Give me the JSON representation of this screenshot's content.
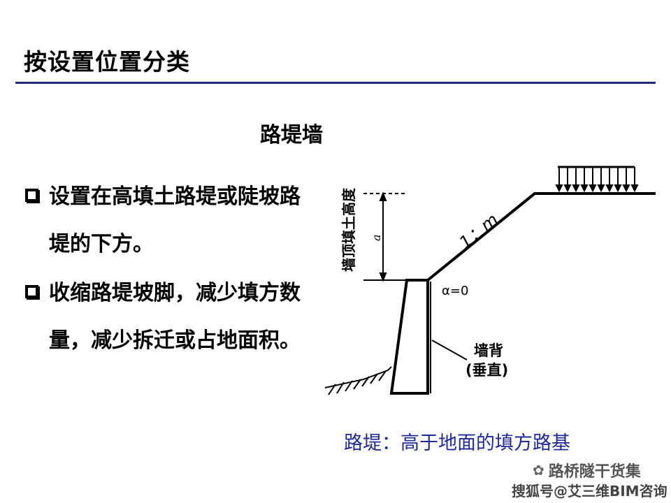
{
  "title": "按设置位置分类",
  "subtitle": "路堤墙",
  "bullets": [
    "设置在高填土路堤或陡坡路堤的下方。",
    "收缩路堤坡脚，减少填方数量，减少拆迁或占地面积。"
  ],
  "diagram": {
    "vertical_label": "墙顶填土高度",
    "height_symbol": "a",
    "slope_label": "1：m",
    "alpha_label": "α=0",
    "back_label": "墙背",
    "back_sub_label": "(垂直)"
  },
  "caption": "路堤：高于地面的填方路基",
  "watermark": {
    "line1": "路桥隧干货集",
    "line2": "搜狐号@艾三维BIM咨询"
  },
  "colors": {
    "rule": "#1f2a7a",
    "caption": "#1f2a9a"
  },
  "icons": {
    "bullet": "hollow-square-icon",
    "watermark": "wechat-icon"
  }
}
